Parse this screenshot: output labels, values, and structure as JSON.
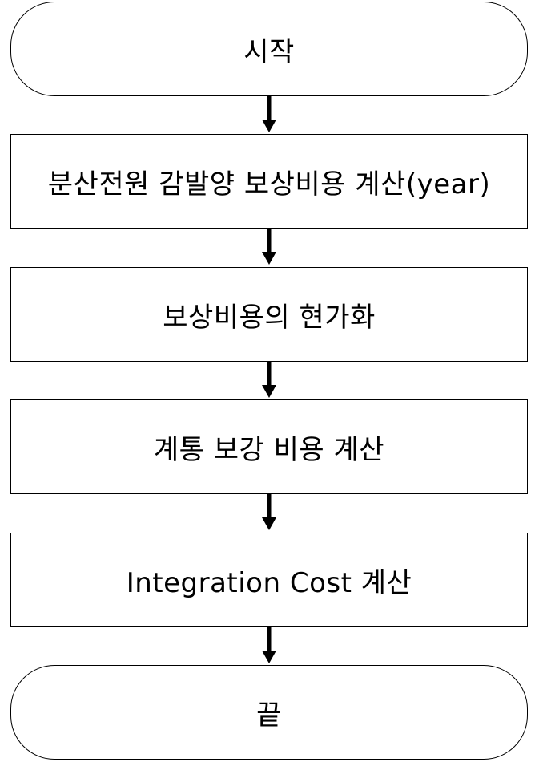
{
  "flowchart": {
    "nodes": [
      {
        "label": "시작",
        "shape": "terminal"
      },
      {
        "label": "분산전원 감발양 보상비용 계산(year)",
        "shape": "process"
      },
      {
        "label": "보상비용의 현가화",
        "shape": "process"
      },
      {
        "label": "계통 보강 비용 계산",
        "shape": "process"
      },
      {
        "label": "Integration Cost 계산",
        "shape": "process"
      },
      {
        "label": "끝",
        "shape": "terminal"
      }
    ],
    "edges": [
      {
        "from": 0,
        "to": 1
      },
      {
        "from": 1,
        "to": 2
      },
      {
        "from": 2,
        "to": 3
      },
      {
        "from": 3,
        "to": 4
      },
      {
        "from": 4,
        "to": 5
      }
    ],
    "colors": {
      "stroke": "#000000",
      "fill": "#ffffff",
      "text": "#000000"
    }
  }
}
